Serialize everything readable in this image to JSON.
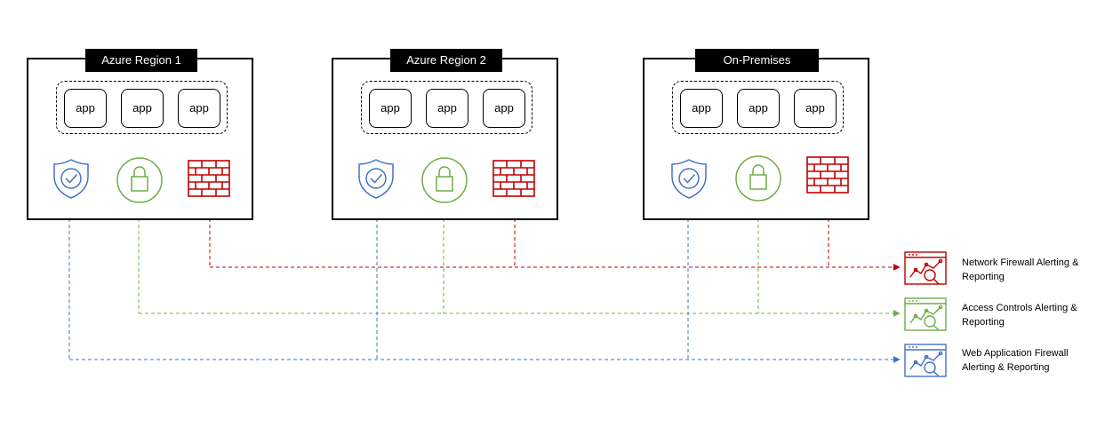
{
  "regions": [
    {
      "label": "Azure Region 1",
      "apps": [
        "app",
        "app",
        "app"
      ],
      "icons": [
        "shield-check-icon",
        "lock-icon",
        "firewall-icon"
      ]
    },
    {
      "label": "Azure Region 2",
      "apps": [
        "app",
        "app",
        "app"
      ],
      "icons": [
        "shield-check-icon",
        "lock-icon",
        "firewall-icon"
      ]
    },
    {
      "label": "On-Premises",
      "apps": [
        "app",
        "app",
        "app"
      ],
      "icons": [
        "shield-check-icon",
        "lock-icon",
        "firewall-icon"
      ]
    }
  ],
  "alerting": [
    {
      "label": "Network  Firewall Alerting & Reporting",
      "color": "#c00000",
      "icon": "monitor-analytics-icon"
    },
    {
      "label": "Access Controls Alerting & Reporting",
      "color": "#70ad47",
      "icon": "monitor-analytics-icon"
    },
    {
      "label": "Web Application Firewall Alerting & Reporting",
      "color": "#4472c4",
      "icon": "monitor-analytics-icon"
    }
  ],
  "colors": {
    "waf": "#4472c4",
    "access": "#70ad47",
    "firewall": "#c00000"
  }
}
